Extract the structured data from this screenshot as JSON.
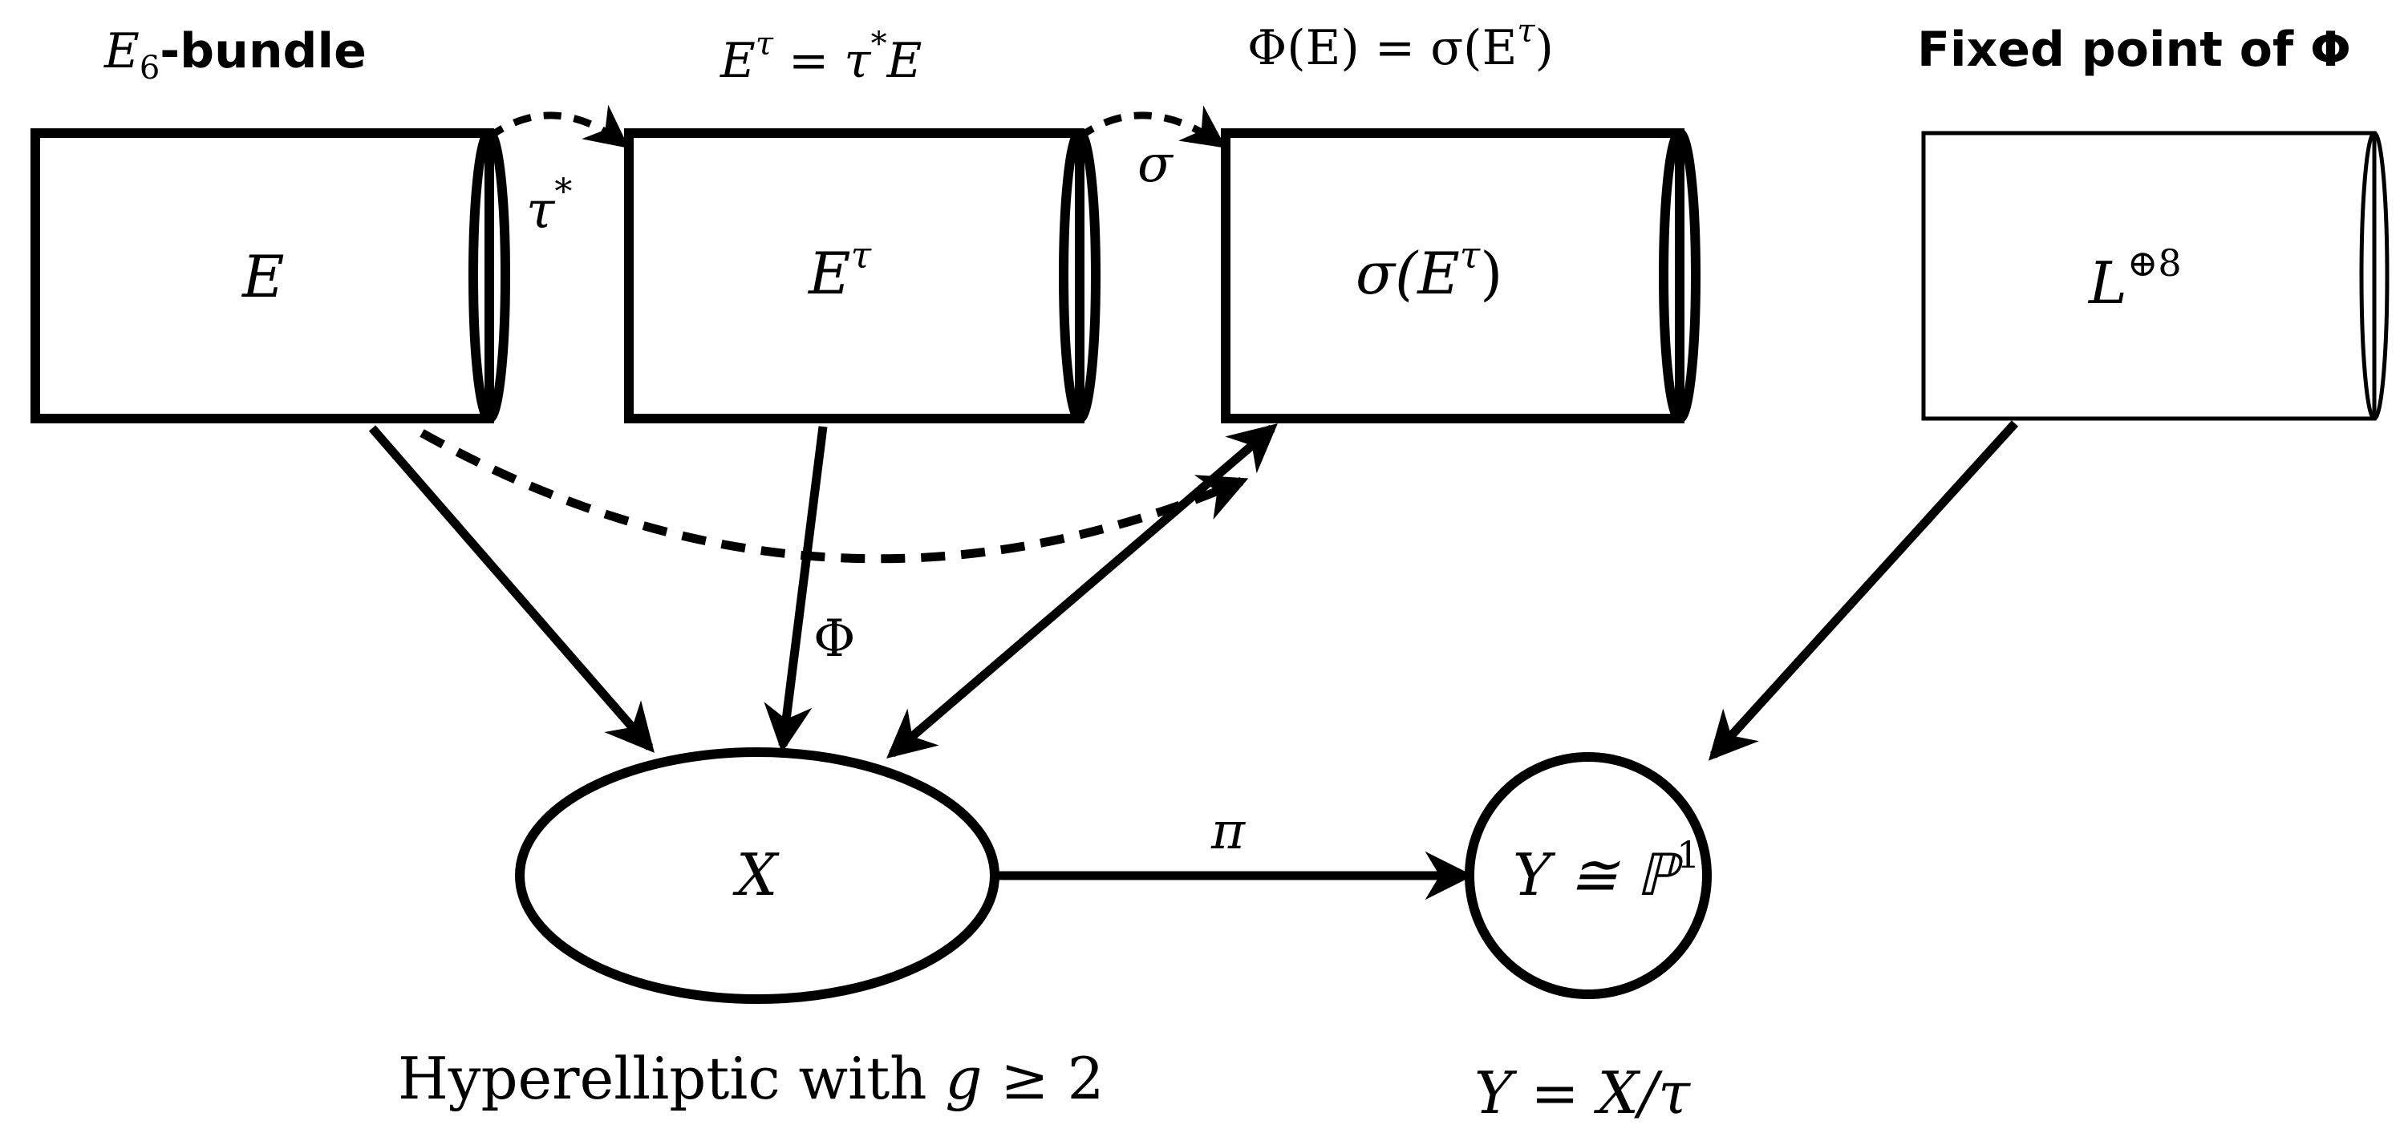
{
  "headings": {
    "e6_bundle": {
      "math": "E",
      "sub": "6",
      "text": "-bundle"
    },
    "pullback": {
      "lhs": "E",
      "lhs_sup": "τ",
      "eq": " = ",
      "rhs": "τ",
      "rhs_sup": "*",
      "rhs_tail": "E"
    },
    "phi_def": {
      "lhs": "Φ(E) = σ(E",
      "lhs_sup": "τ",
      "tail": ")"
    },
    "fixed_point": "Fixed point of Φ"
  },
  "bundles": {
    "e": {
      "label": "E"
    },
    "e_tau": {
      "base": "E",
      "sup": "τ"
    },
    "sigma_e_tau": {
      "pre": "σ(E",
      "sup": "τ",
      "post": ")"
    },
    "l_sum": {
      "base": "L",
      "sup": "⊕8"
    }
  },
  "curves": {
    "x": {
      "label": "X"
    },
    "y": {
      "pre": "Y ≅ ℙ",
      "sup": "1"
    }
  },
  "arrow_labels": {
    "tau_star": {
      "base": "τ",
      "sup": "*"
    },
    "sigma": "σ",
    "phi": "Φ",
    "pi": "π"
  },
  "captions": {
    "hyperelliptic": {
      "pre": "Hyperelliptic with ",
      "var": "g",
      "post": " ≥ 2"
    },
    "quotient": "Y = X/τ"
  }
}
